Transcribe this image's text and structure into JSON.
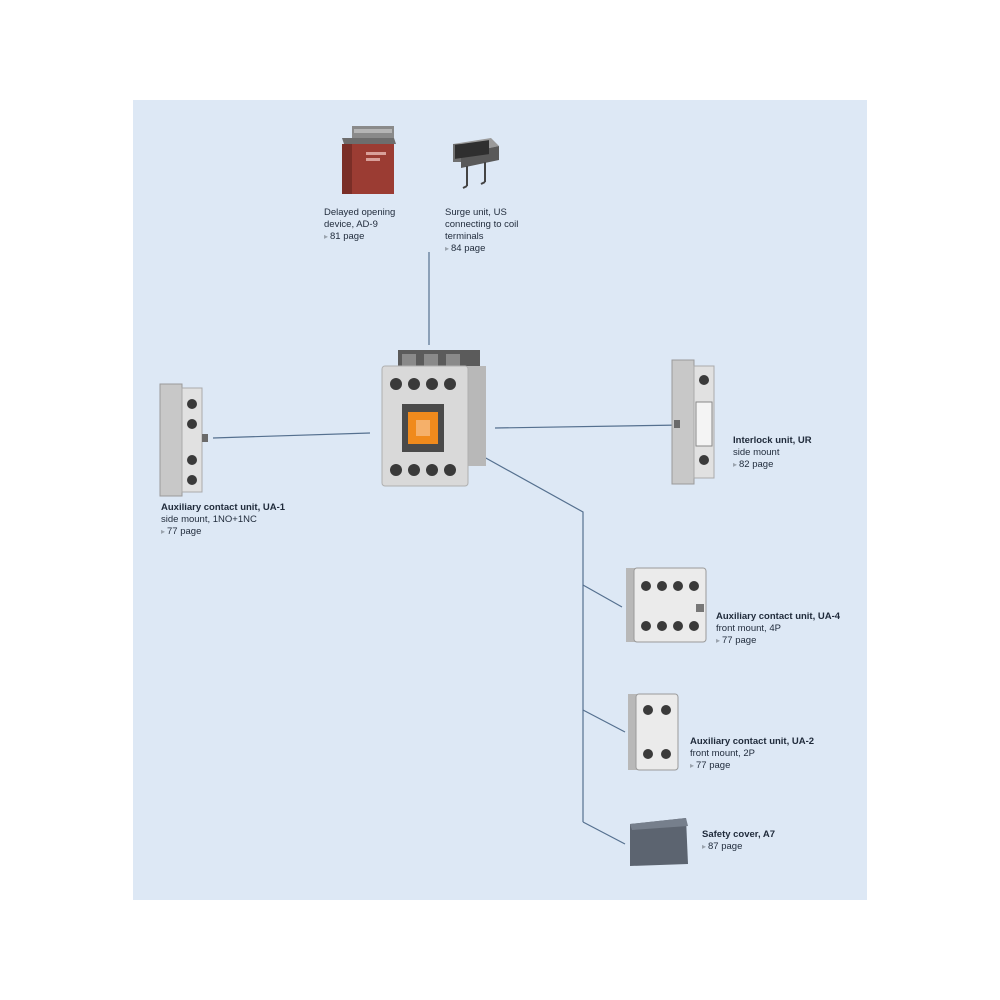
{
  "colors": {
    "panel": "#dde8f5",
    "wire": "#55708f",
    "housing": "#d9d9d9",
    "terminal": "#3a3a3a",
    "accent": "#f08a1c",
    "cover": "#5c6470"
  },
  "contactor": {
    "icon": "magnetic-contactor"
  },
  "accessories": [
    {
      "key": "ad9",
      "icon": "delayed-opening-device-icon",
      "lines": [
        "Delayed opening",
        "device, AD-9"
      ],
      "page": "81 page"
    },
    {
      "key": "us",
      "icon": "surge-unit-icon",
      "lines": [
        "Surge unit, US",
        "connecting to coil",
        "terminals"
      ],
      "page": "84 page"
    },
    {
      "key": "ua1",
      "icon": "aux-contact-ua1-icon",
      "lines": [
        "Auxiliary contact unit, UA-1",
        "side mount, 1NO+1NC"
      ],
      "page": "77 page"
    },
    {
      "key": "ur",
      "icon": "interlock-unit-icon",
      "lines": [
        "Interlock unit, UR",
        "side mount"
      ],
      "page": "82 page"
    },
    {
      "key": "ua4",
      "icon": "aux-contact-ua4-icon",
      "lines": [
        "Auxiliary contact unit, UA-4",
        "front mount, 4P"
      ],
      "page": "77 page"
    },
    {
      "key": "ua2",
      "icon": "aux-contact-ua2-icon",
      "lines": [
        "Auxiliary contact unit, UA-2",
        "front mount, 2P"
      ],
      "page": "77 page"
    },
    {
      "key": "a7",
      "icon": "safety-cover-icon",
      "lines": [
        "Safety cover, A7"
      ],
      "page": "87 page"
    }
  ]
}
